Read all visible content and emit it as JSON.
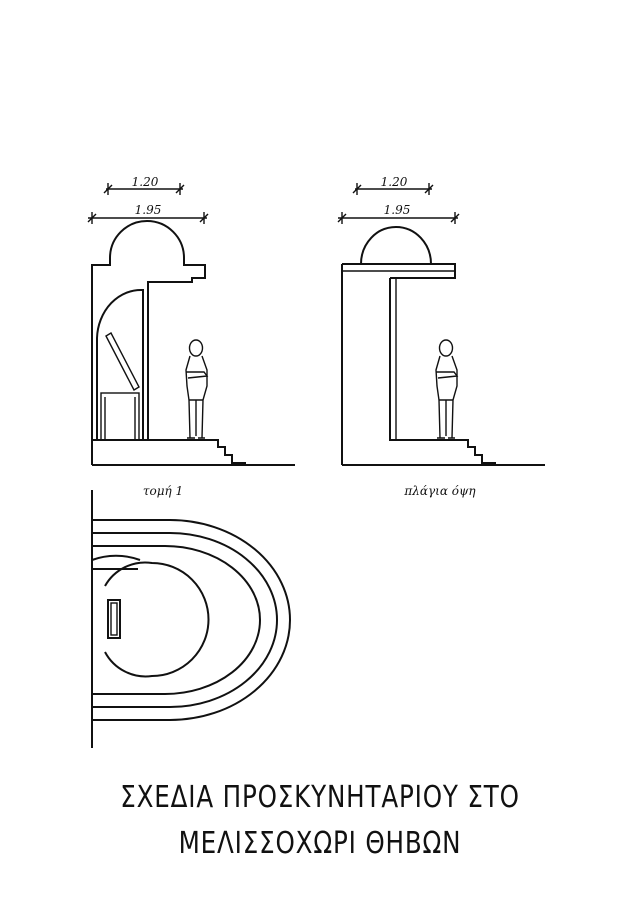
{
  "section_view": {
    "dim_top": "1.20",
    "dim_bottom": "1.95",
    "caption": "τομή 1"
  },
  "side_view": {
    "dim_top": "1.20",
    "dim_bottom": "1.95",
    "caption": "πλάγια όψη"
  },
  "title": {
    "line1": "ΣΧΕΔΙΑ ΠΡΟΣΚΥΝΗΤΑΡΙΟΥ ΣΤΟ",
    "line2": "ΜΕΛΙΣΣΟΧΩΡΙ ΘΗΒΩΝ"
  }
}
